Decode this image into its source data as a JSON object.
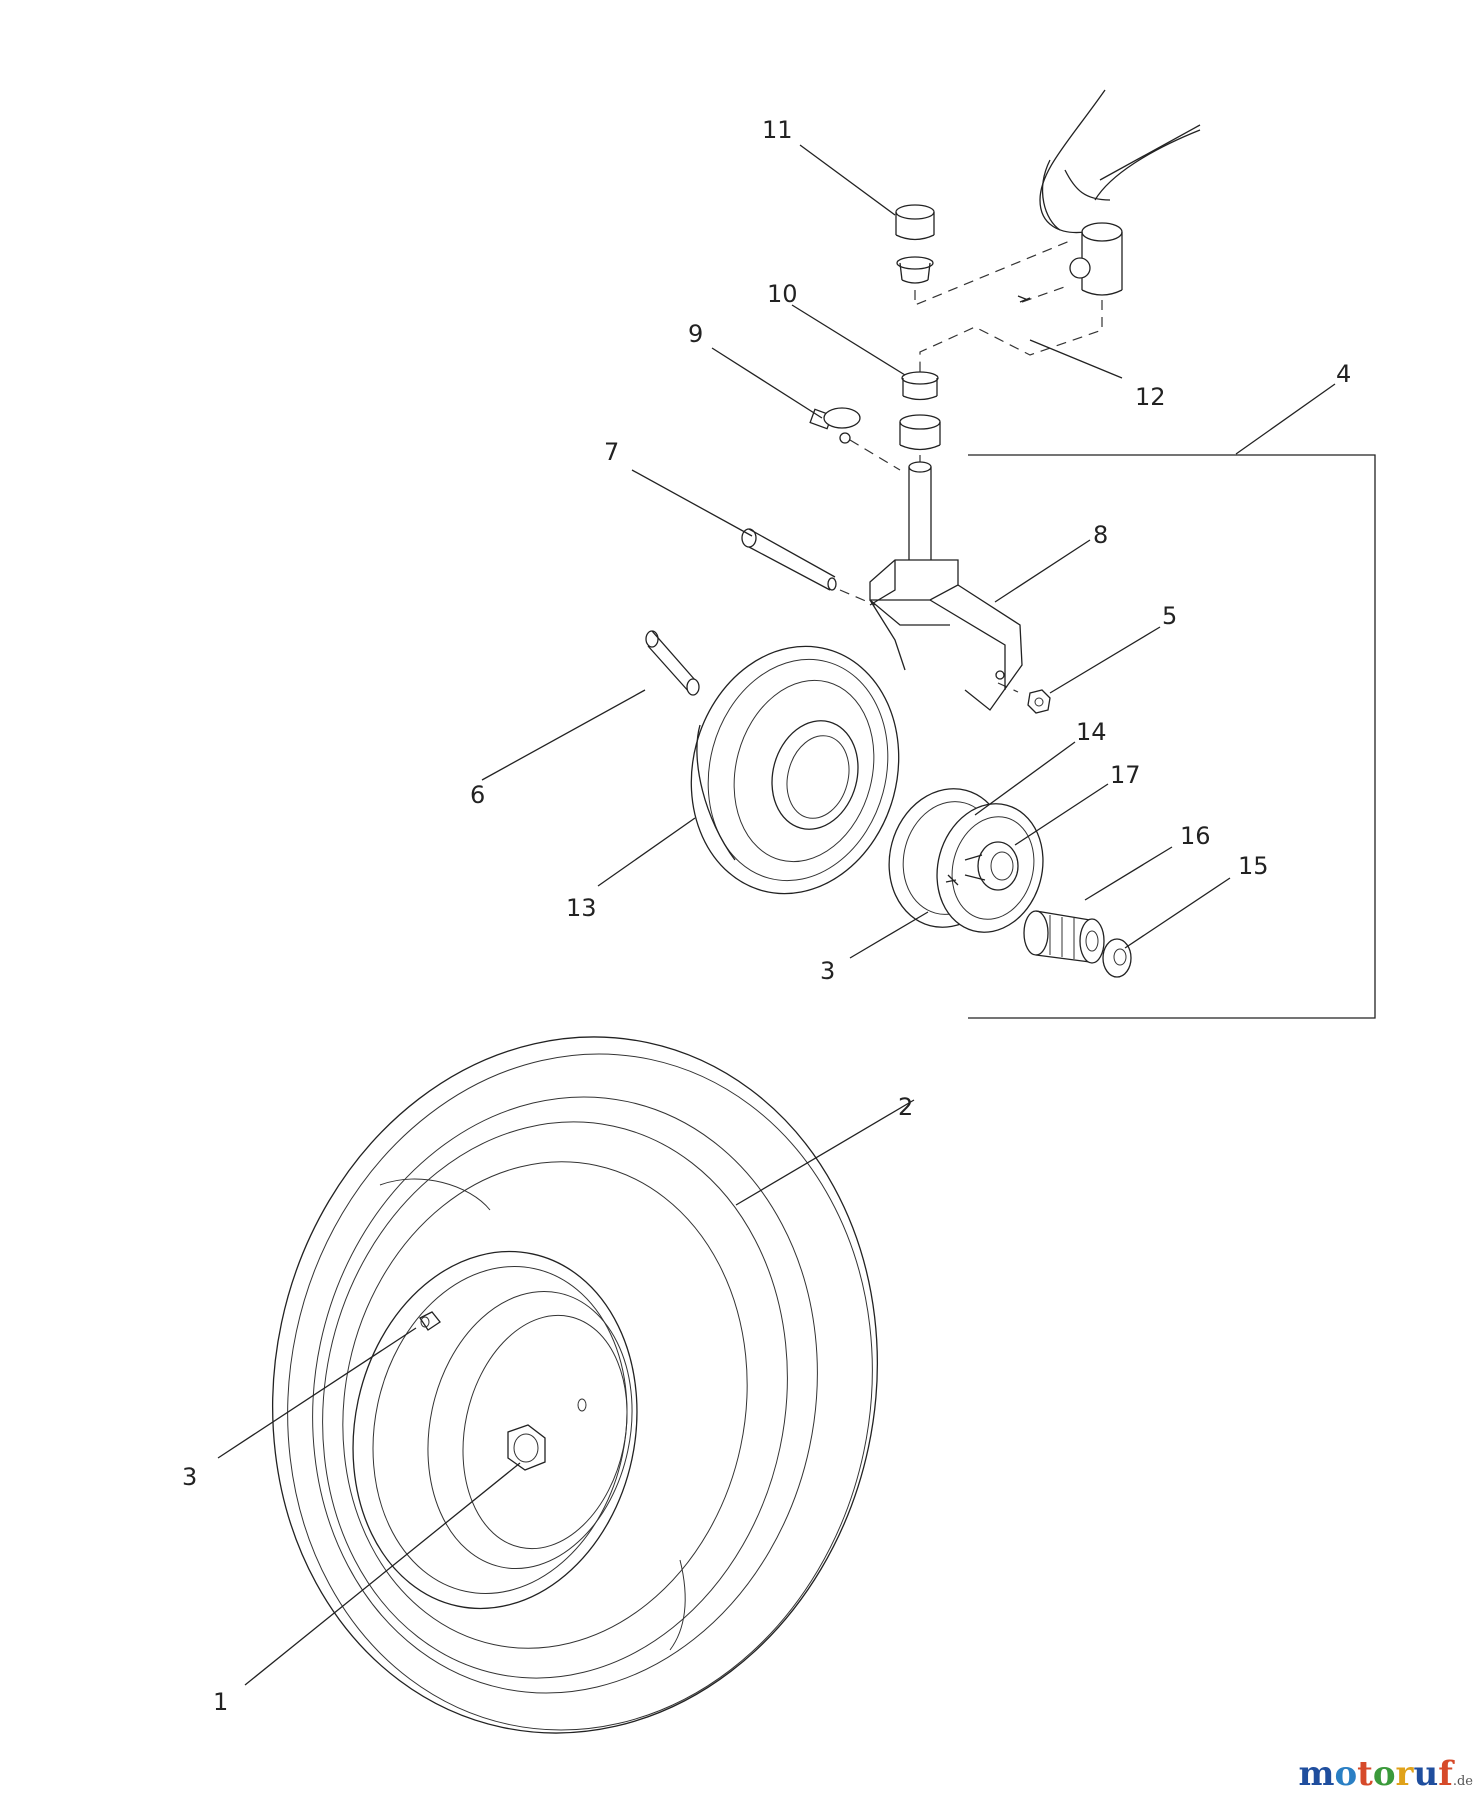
{
  "callouts": {
    "c1": "1",
    "c2": "2",
    "c3_lower": "3",
    "c3_upper": "3",
    "c4": "4",
    "c5": "5",
    "c6": "6",
    "c7": "7",
    "c8": "8",
    "c9": "9",
    "c10": "10",
    "c11": "11",
    "c12": "12",
    "c13": "13",
    "c14": "14",
    "c15": "15",
    "c16": "16",
    "c17": "17"
  },
  "watermark": {
    "brand": "motoruf",
    "suffix": ".de",
    "letter_colors": [
      "#1f4e9e",
      "#2a7fc4",
      "#d64a2a",
      "#3b9a3b",
      "#e0a21a",
      "#1f4e9e",
      "#d64a2a"
    ]
  }
}
